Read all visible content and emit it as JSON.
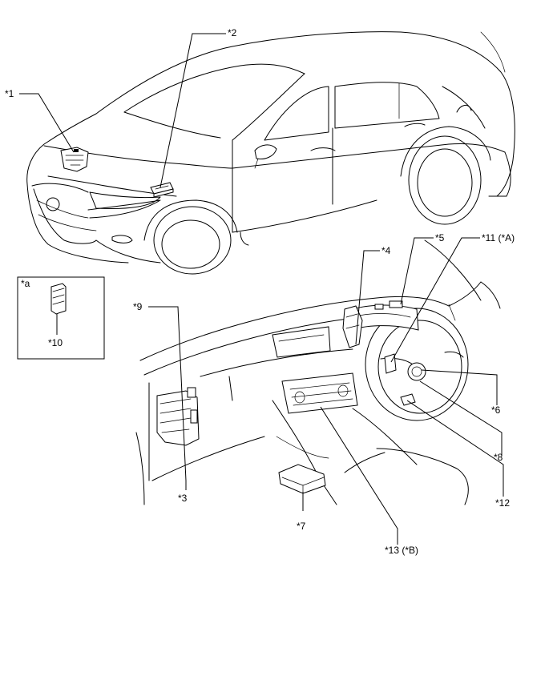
{
  "labels": {
    "l1": "*1",
    "l2": "*2",
    "l3": "*3",
    "l4": "*4",
    "l5": "*5",
    "l6": "*6",
    "l7": "*7",
    "l8": "*8",
    "l9": "*9",
    "l10": "*10",
    "l11": "*11 (*A)",
    "l12": "*12",
    "l13": "*13 (*B)",
    "la": "*a"
  }
}
